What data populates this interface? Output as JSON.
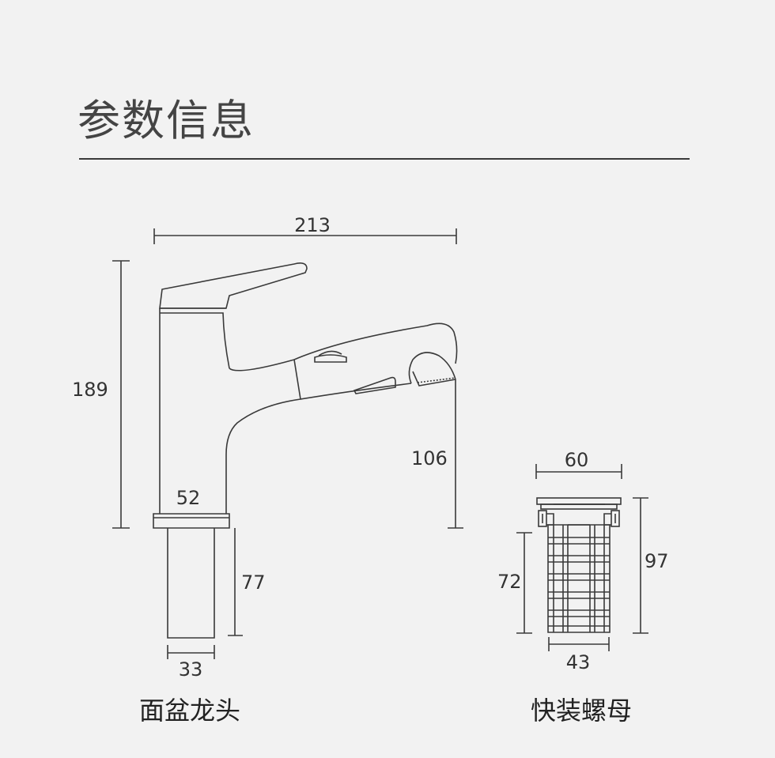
{
  "title": "参数信息",
  "faucet": {
    "caption": "面盆龙头",
    "dims": {
      "total_width": "213",
      "total_height": "189",
      "spout_height": "106",
      "base_width": "52",
      "shank_height": "77",
      "shank_width": "33"
    }
  },
  "nut": {
    "caption": "快装螺母",
    "dims": {
      "top_width": "60",
      "total_height": "97",
      "body_height": "72",
      "bottom_width": "43"
    }
  },
  "colors": {
    "background": "#f2f2f2",
    "line": "#3a3a3a"
  }
}
